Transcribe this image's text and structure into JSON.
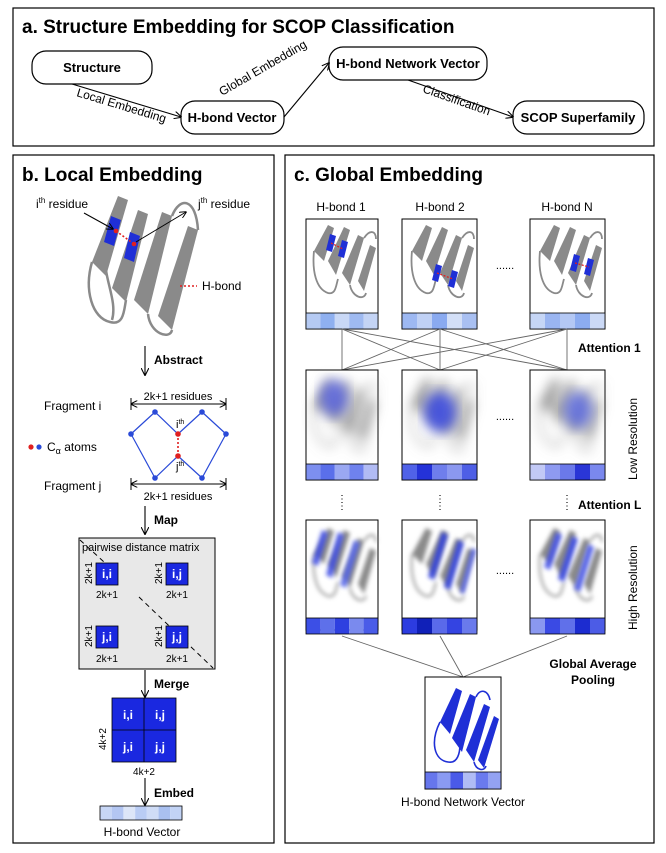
{
  "panel_a": {
    "title": "a. Structure Embedding for SCOP Classification",
    "nodes": {
      "structure": "Structure",
      "hbond_vector": "H-bond Vector",
      "network_vector": "H-bond Network Vector",
      "superfamily": "SCOP Superfamily"
    },
    "edges": {
      "local": "Local Embedding",
      "global": "Global Embedding",
      "classification": "Classification"
    }
  },
  "panel_b": {
    "title": "b. Local Embedding",
    "residue_i": "i",
    "residue_j": "j",
    "residue_sup": "th",
    "residue_word": " residue",
    "hbond_legend": "H-bond",
    "step_abstract": "Abstract",
    "fragment_i": "Fragment i",
    "fragment_j": "Fragment j",
    "residues_span": "2k+1 residues",
    "ca_atoms": "C",
    "ca_sub": "α",
    "ca_word": " atoms",
    "step_map": "Map",
    "matrix_title": "pairwise distance matrix",
    "block_size": "2k+1",
    "blocks": [
      "i,i",
      "i,j",
      "j,i",
      "j,j"
    ],
    "step_merge": "Merge",
    "merged_size": "4k+2",
    "step_embed": "Embed",
    "hbond_vector": "H-bond Vector",
    "vector_colors": [
      "#c7d6f5",
      "#b3c6f2",
      "#dde6f8",
      "#b9ccf4",
      "#cfdcf6",
      "#a9c0f0",
      "#c2d3f5"
    ]
  },
  "panel_c": {
    "title": "c. Global Embedding",
    "columns": [
      "H-bond 1",
      "H-bond 2",
      "H-bond N"
    ],
    "ellipsis": "......",
    "attention_1": "Attention 1",
    "attention_L": "Attention L",
    "low_resolution": "Low Resolution",
    "high_resolution": "High Resolution",
    "pooling": [
      "Global Average",
      "Pooling"
    ],
    "network_vector": "H-bond Network Vector",
    "row1_vectors": [
      [
        "#b5caf3",
        "#8fb0f0",
        "#c9d8f6",
        "#9fbaf1",
        "#c4d4f5"
      ],
      [
        "#9db8f2",
        "#c0d1f5",
        "#8aaaf0",
        "#d3dff7",
        "#a9c0f2"
      ],
      [
        "#c6d6f6",
        "#9ab5f1",
        "#b4c8f4",
        "#8cacf0",
        "#cbd9f6"
      ]
    ],
    "row2_vectors": [
      [
        "#7d8ff0",
        "#5a6fea",
        "#9aa8f2",
        "#6f82ee",
        "#b1bbf4"
      ],
      [
        "#5062e8",
        "#2432d8",
        "#6f7eec",
        "#8b98f0",
        "#4e5fe6"
      ],
      [
        "#c2c9f6",
        "#8e9af1",
        "#6b79ea",
        "#2a36d6",
        "#7a88ee"
      ]
    ],
    "row3_vectors": [
      [
        "#3c4fe6",
        "#5e70ea",
        "#2e40e0",
        "#7a8aee",
        "#4a5ce8"
      ],
      [
        "#2c3ce0",
        "#1020b8",
        "#5a6aea",
        "#3444e2",
        "#6a7aec"
      ],
      [
        "#8a98f0",
        "#3a4ae4",
        "#6070ea",
        "#1c2cd0",
        "#4c5ce6"
      ]
    ],
    "final_vector": [
      "#6676ec",
      "#8a9af2",
      "#4a5ae8",
      "#b0bcf5",
      "#6a7aee",
      "#93a2f2"
    ]
  }
}
